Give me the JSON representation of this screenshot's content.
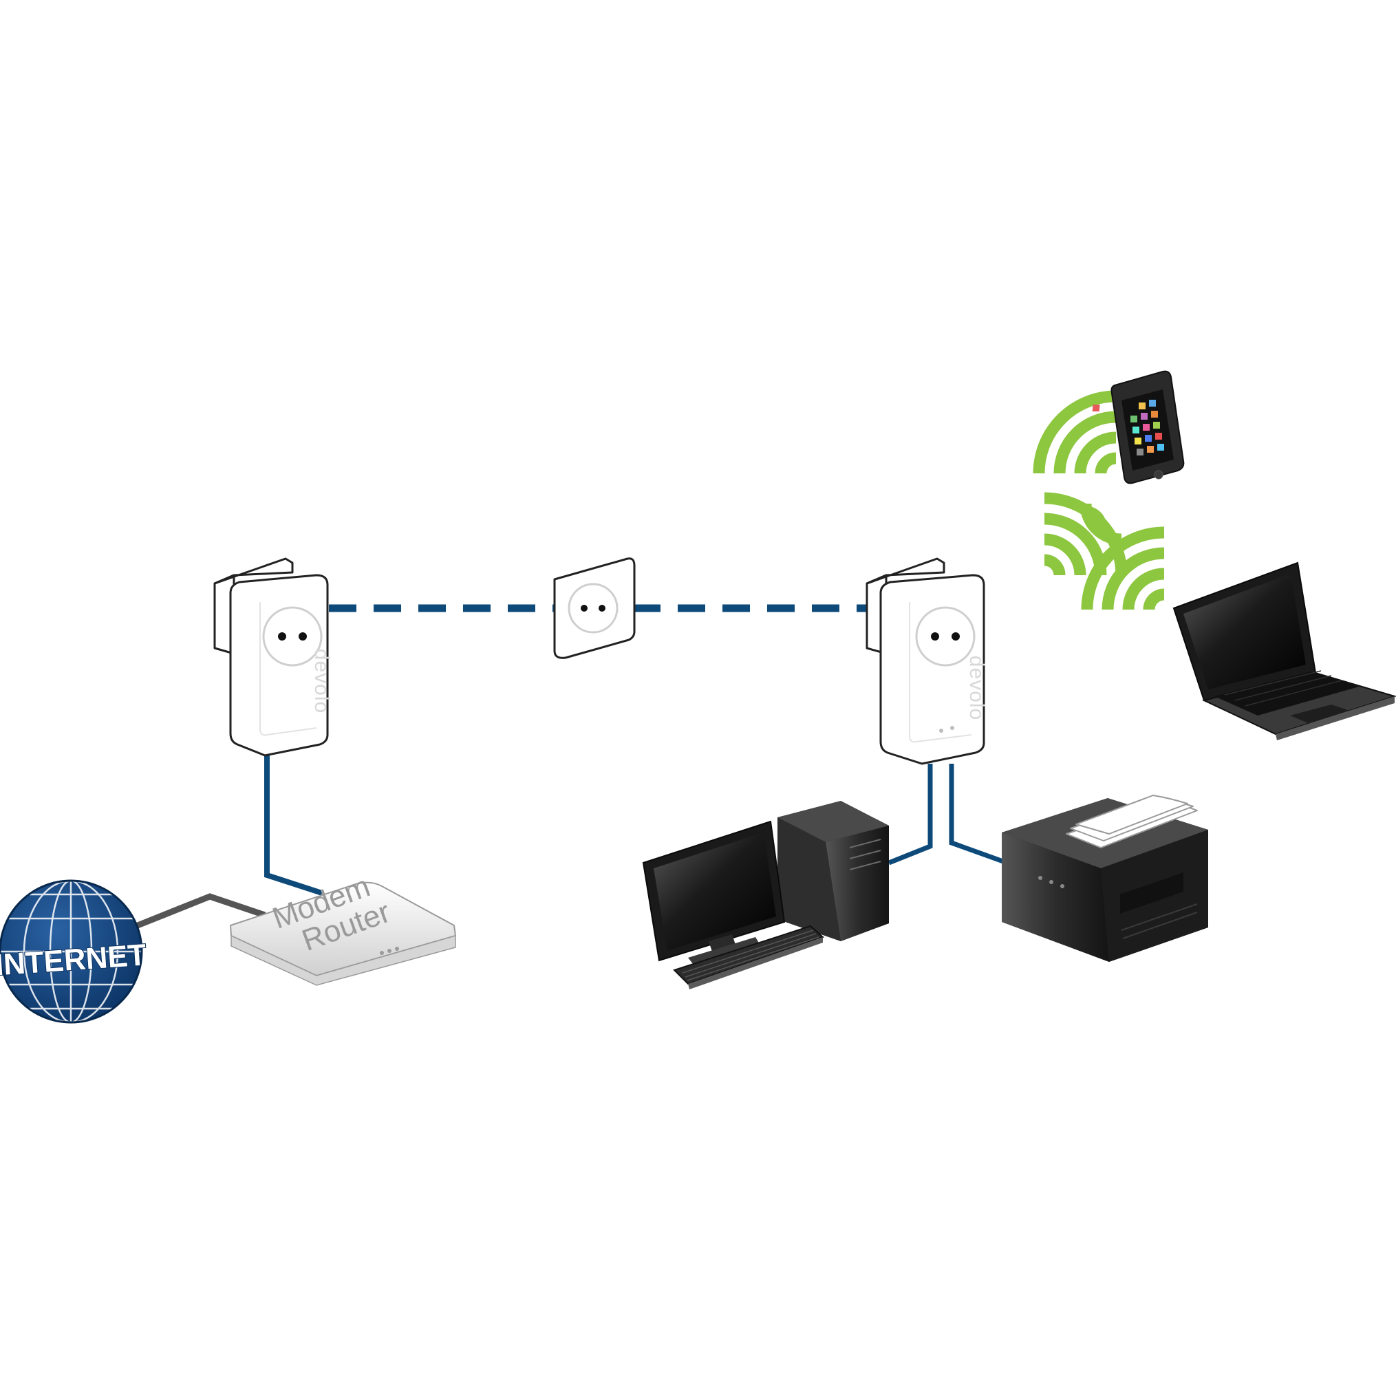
{
  "labels": {
    "internet": "INTERNET",
    "router_line1": "Modem",
    "router_line2": "Router",
    "brand": "devolo"
  },
  "nodes": [
    {
      "id": "internet",
      "icon": "globe-icon"
    },
    {
      "id": "modem-router",
      "icon": "router-icon"
    },
    {
      "id": "adapter-left",
      "icon": "powerline-adapter-icon"
    },
    {
      "id": "wall-socket",
      "icon": "wall-socket-icon"
    },
    {
      "id": "adapter-right",
      "icon": "powerline-wifi-adapter-icon"
    },
    {
      "id": "desktop-pc",
      "icon": "desktop-computer-icon"
    },
    {
      "id": "printer",
      "icon": "printer-icon"
    },
    {
      "id": "smartphone",
      "icon": "smartphone-icon"
    },
    {
      "id": "laptop",
      "icon": "laptop-icon"
    }
  ],
  "edges": [
    {
      "from": "internet",
      "to": "modem-router",
      "style": "solid-gray"
    },
    {
      "from": "modem-router",
      "to": "adapter-left",
      "style": "solid-blue"
    },
    {
      "from": "adapter-left",
      "to": "wall-socket",
      "style": "dashed-blue"
    },
    {
      "from": "wall-socket",
      "to": "adapter-right",
      "style": "dashed-blue"
    },
    {
      "from": "adapter-right",
      "to": "desktop-pc",
      "style": "solid-blue"
    },
    {
      "from": "adapter-right",
      "to": "printer",
      "style": "solid-blue"
    },
    {
      "from": "adapter-right",
      "to": "smartphone",
      "style": "wifi"
    },
    {
      "from": "adapter-right",
      "to": "laptop",
      "style": "wifi"
    }
  ],
  "colors": {
    "cable_blue": "#0d4a7a",
    "cable_gray": "#555555",
    "wifi_green": "#8dc63f",
    "globe_blue": "#0f3f7a",
    "device_dark": "#2a2a2a"
  }
}
